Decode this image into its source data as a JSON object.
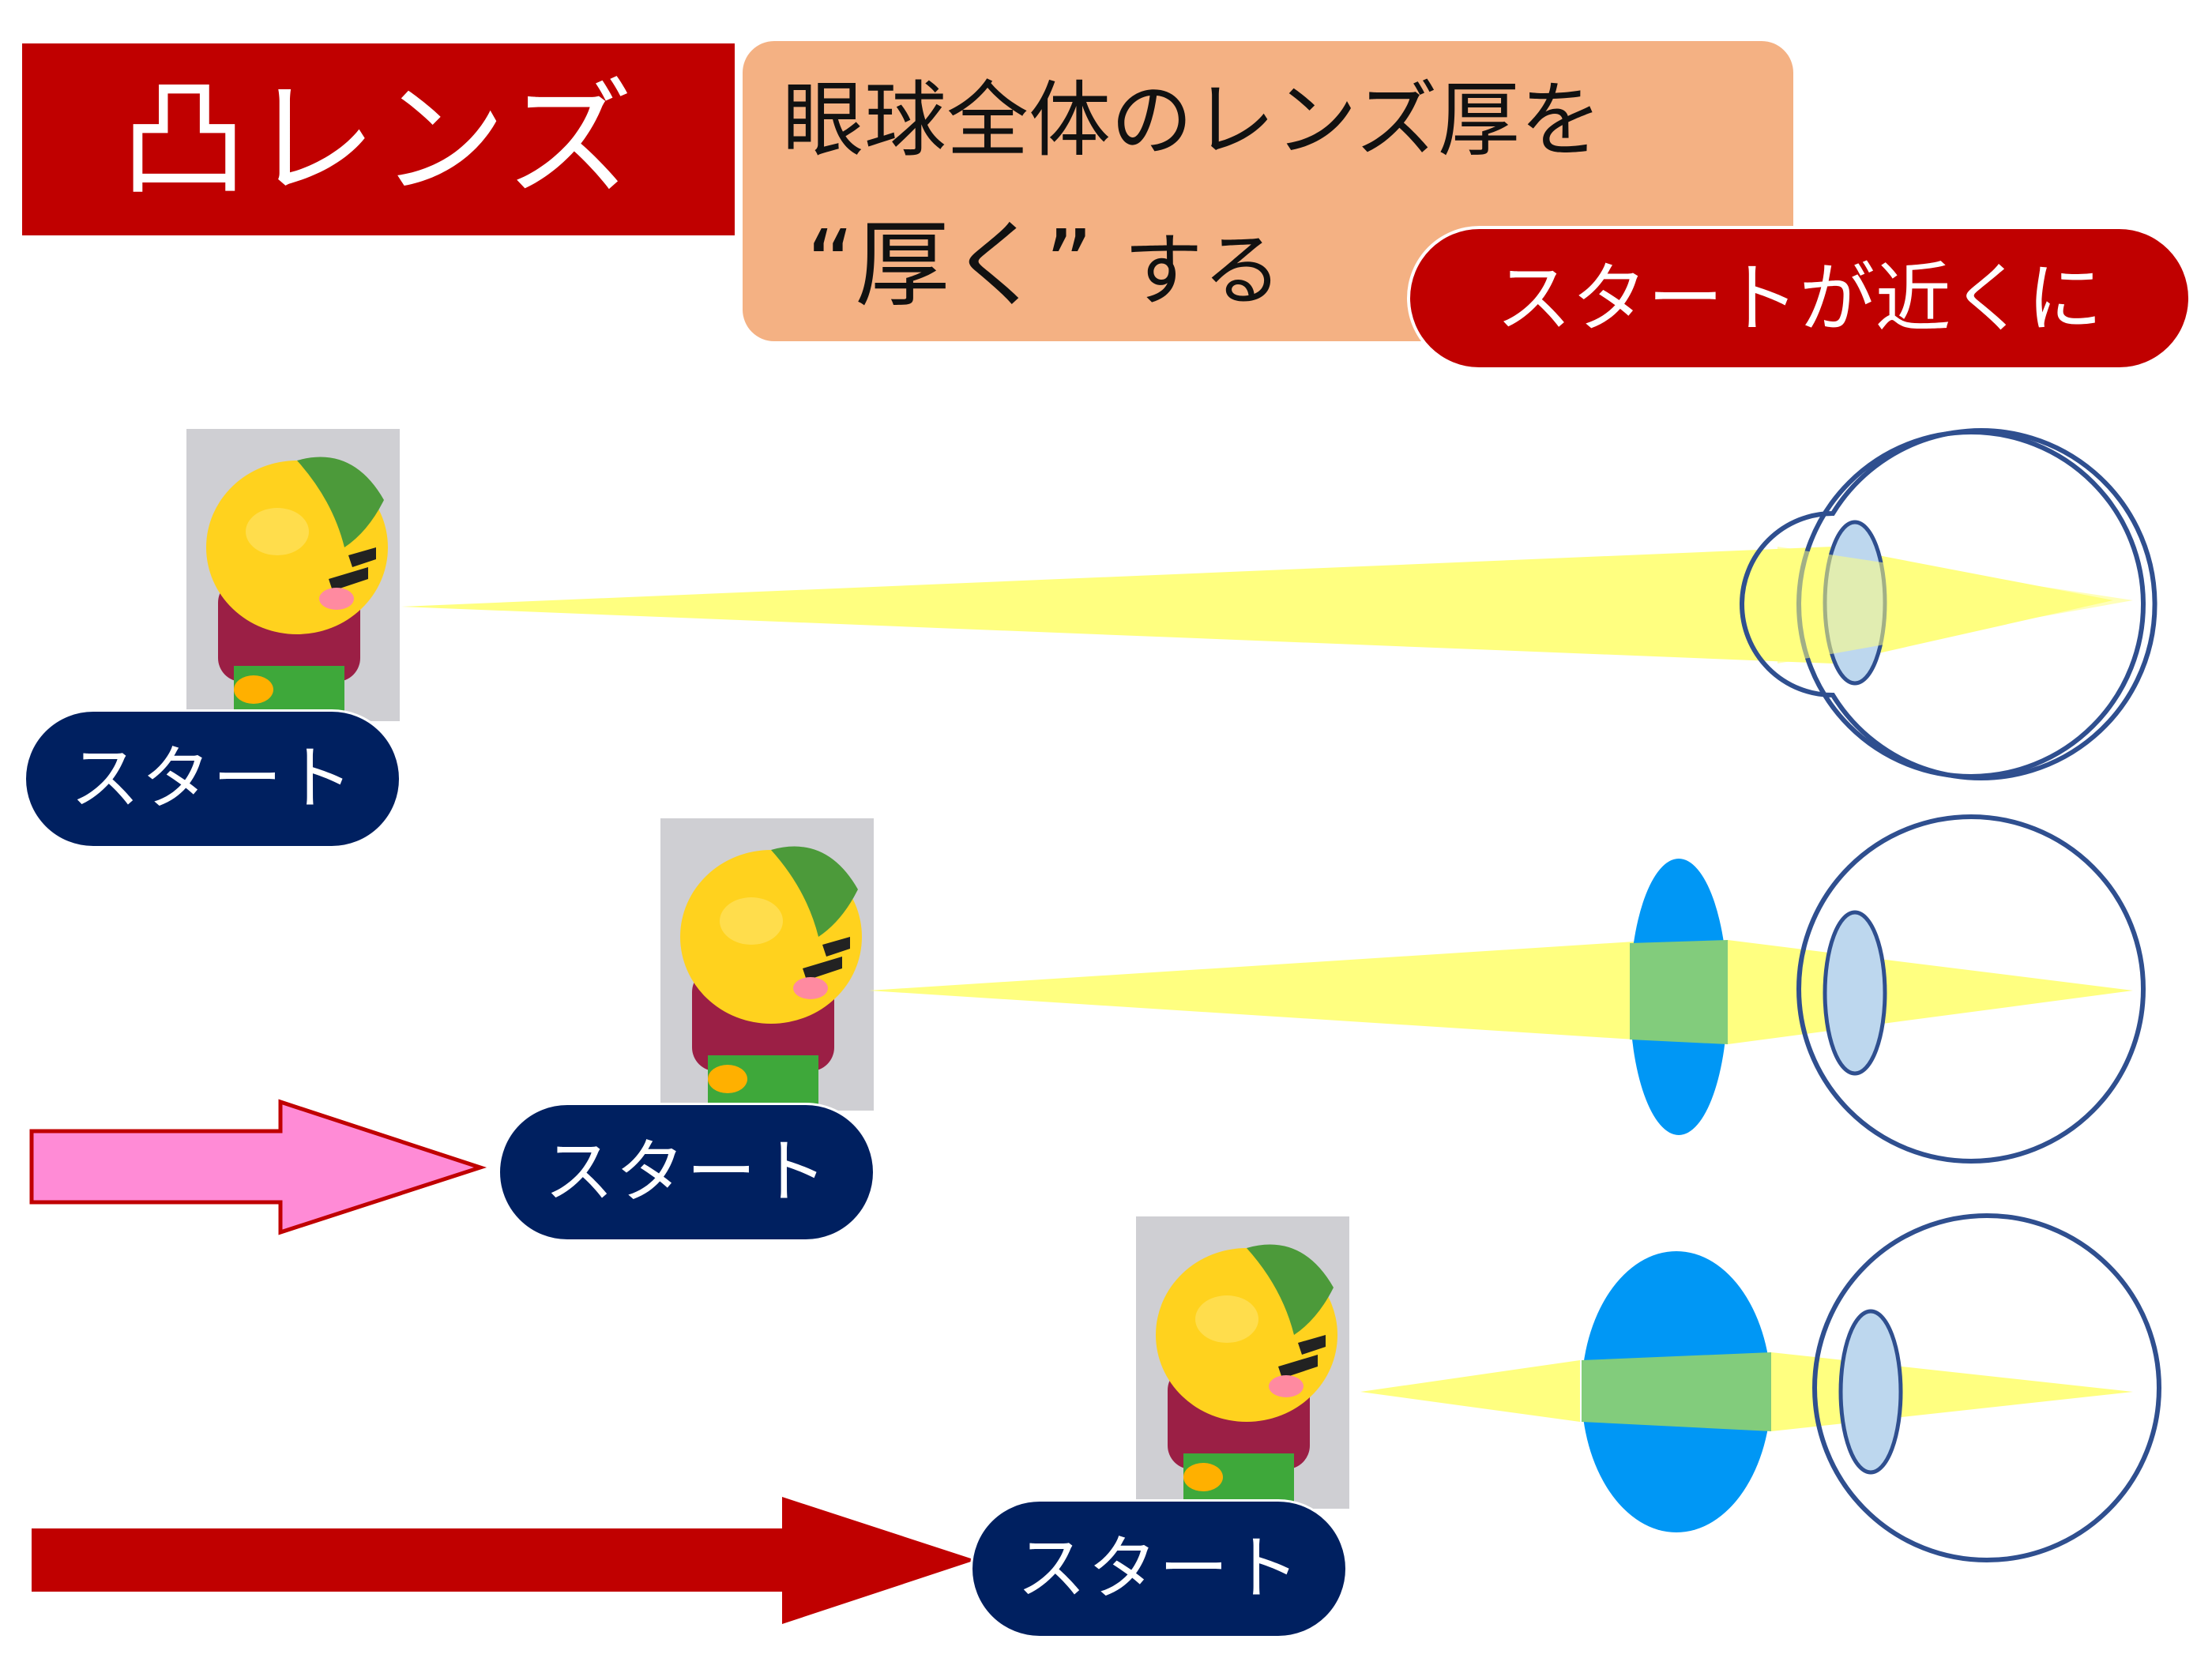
{
  "title": "凸レンズ",
  "description": {
    "line1": "眼球全体のレンズ厚を",
    "line2_main": "“厚く”",
    "line2_suffix": "する"
  },
  "badge": "スタートが近くに",
  "scenes": [
    {
      "start_label": "スタート",
      "has_lens": false,
      "arrow": "none"
    },
    {
      "start_label": "スタート",
      "has_lens": true,
      "lens_thickness": "thin",
      "arrow": "pink"
    },
    {
      "start_label": "スタート",
      "has_lens": true,
      "lens_thickness": "thick",
      "arrow": "red"
    }
  ],
  "colors": {
    "title_red": "#c00000",
    "desc_orange": "#f4b183",
    "start_navy": "#002060",
    "light_beam": "#ffff80",
    "lens_blue": "#0097f5",
    "overlap_green": "#82cc7c",
    "eye_outline": "#2f4f8f",
    "crystalline_lens": "#bdd7ee",
    "arrow_pink": "#ff8bd6",
    "arrow_red": "#c00000"
  }
}
